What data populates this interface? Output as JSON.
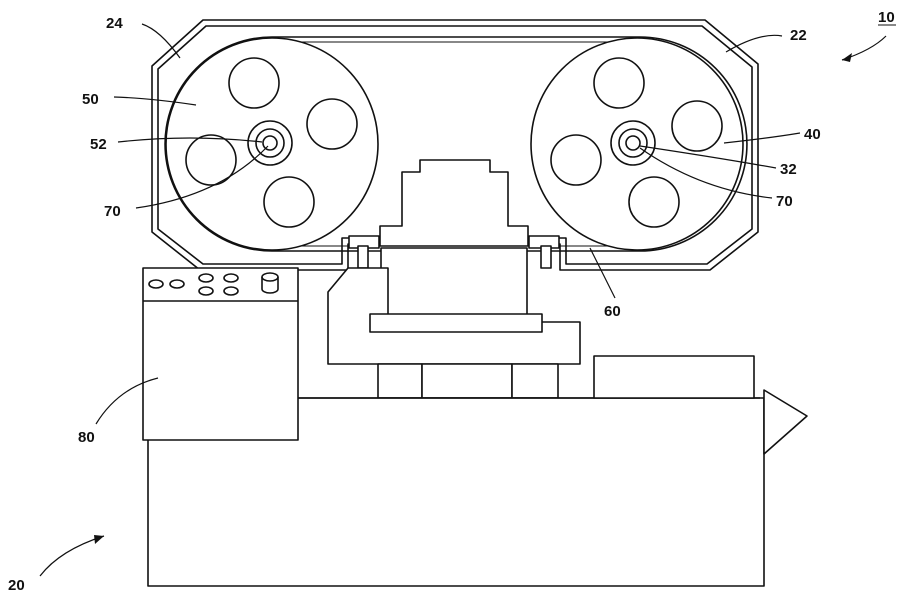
{
  "labels": {
    "l10": "10",
    "l22": "22",
    "l24": "24",
    "l50": "50",
    "l52": "52",
    "l70a": "70",
    "l70b": "70",
    "l40": "40",
    "l32": "32",
    "l60": "60",
    "l80": "80",
    "l20": "20"
  }
}
